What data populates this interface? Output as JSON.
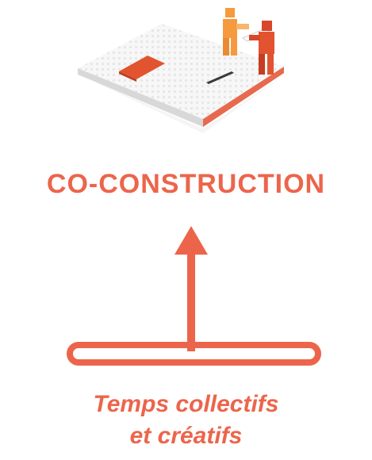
{
  "diagram": {
    "title": "CO-CONSTRUCTION",
    "caption_line1": "Temps collectifs",
    "caption_line2": "et créatifs",
    "accent_color": "#ec654b",
    "icons": {
      "illustration": "lego-construction-plate-icon",
      "arrow": "up-arrow-icon",
      "base": "rounded-bar-base-icon"
    }
  }
}
